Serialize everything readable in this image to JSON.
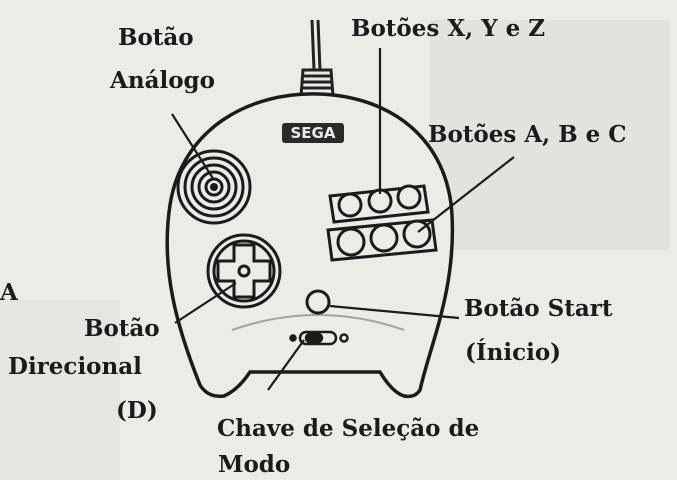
{
  "diagram": {
    "brand_logo_text": "SEGA",
    "labels": {
      "analog_line1": "Botão",
      "analog_line2": "Análogo",
      "xyz": "Botões X, Y e Z",
      "abc": "Botões A, B e C",
      "start_line1": "Botão Start",
      "start_line2": "(Ínicio)",
      "dpad_line1": "Botão",
      "dpad_line2": "Direcional",
      "dpad_line3": "(D)",
      "mode_line1": "Chave de Seleção de",
      "mode_line2": "Modo",
      "left_fragment": "A"
    }
  }
}
